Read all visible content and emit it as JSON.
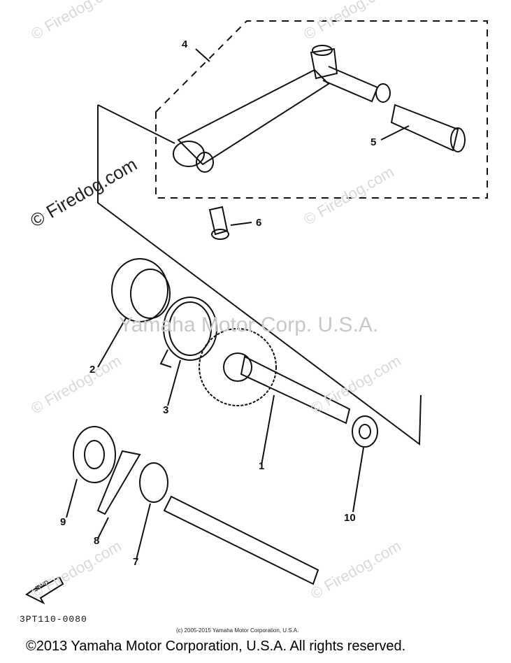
{
  "labels": {
    "p1": "1",
    "p2": "2",
    "p3": "3",
    "p4": "4",
    "p5": "5",
    "p6": "6",
    "p7": "7",
    "p8": "8",
    "p9": "9",
    "p10": "10"
  },
  "watermarks": {
    "firedog": "© Firedog.com",
    "yamaha": "Yamaha Motor Corp. U.S.A."
  },
  "diagram_code": "3PT110-0080",
  "copyright_small": "(c) 2005-2015 Yamaha Motor Corporation, U.S.A.",
  "copyright_footer": "©2013 Yamaha Motor Corporation, U.S.A. All rights reserved.",
  "front_arrow": "FWD"
}
